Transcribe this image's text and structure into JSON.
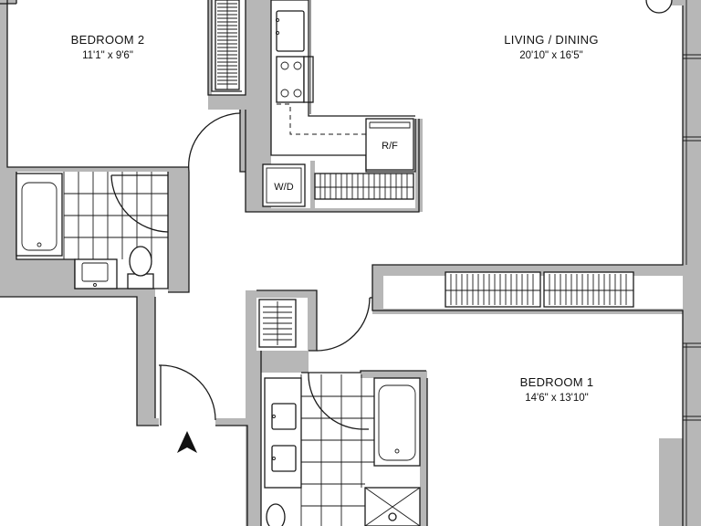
{
  "rooms": {
    "bedroom2": {
      "name": "BEDROOM 2",
      "dims": "11'1\" x 9'6\""
    },
    "living": {
      "name": "LIVING / DINING",
      "dims": "20'10\" x 16'5\""
    },
    "bedroom1": {
      "name": "BEDROOM 1",
      "dims": "14'6\" x 13'10\""
    }
  },
  "fixtures": {
    "rf_label": "R/F",
    "wd_label": "W/D"
  },
  "colors": {
    "wall": "#b7b7b7",
    "line": "#1a1a1a",
    "background": "#ffffff"
  },
  "icons": {
    "north_arrow": "north-arrow-icon"
  }
}
